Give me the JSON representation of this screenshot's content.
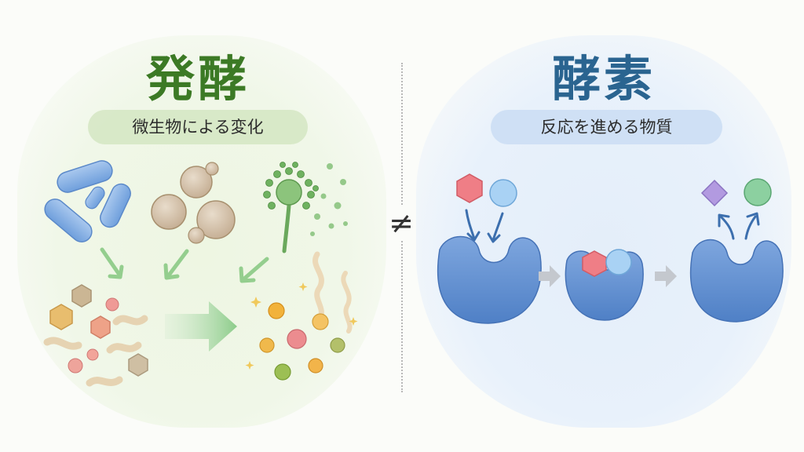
{
  "fermentation": {
    "title": "発酵",
    "subtitle": "微生物による変化",
    "color": "#3c7a25"
  },
  "enzyme": {
    "title": "酵素",
    "subtitle": "反応を進める物質",
    "color": "#2a6490"
  },
  "comparison_symbol": "≠",
  "icons": {
    "left": [
      "bacteria-icon",
      "yeast-icon",
      "mold-icon",
      "raw-material-icon",
      "fermented-product-icon"
    ],
    "right": [
      "substrate-hexagon-icon",
      "substrate-circle-icon",
      "enzyme-icon",
      "enzyme-substrate-complex-icon",
      "product-diamond-icon",
      "product-circle-icon"
    ]
  }
}
